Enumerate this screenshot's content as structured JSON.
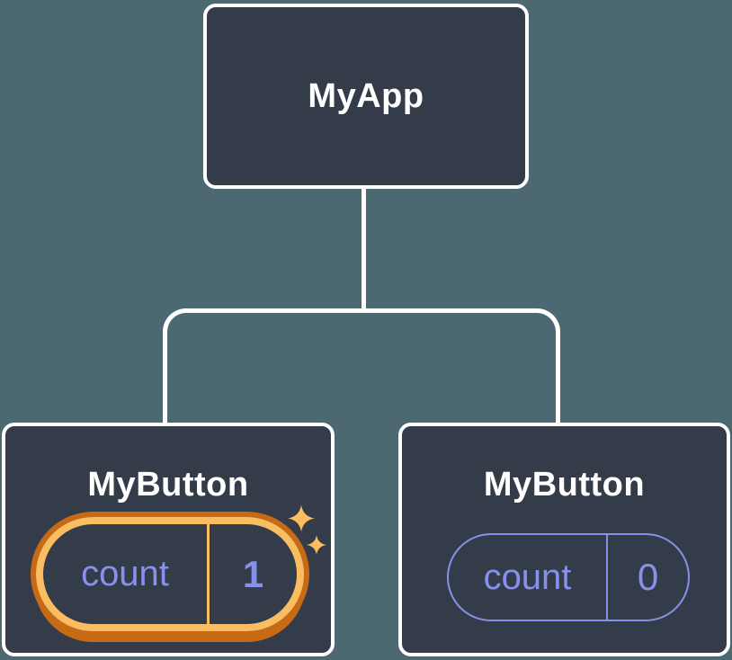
{
  "tree": {
    "root": {
      "label": "MyApp"
    },
    "children": [
      {
        "label": "MyButton",
        "state": {
          "key": "count",
          "value": "1"
        },
        "highlighted": true
      },
      {
        "label": "MyButton",
        "state": {
          "key": "count",
          "value": "0"
        },
        "highlighted": false
      }
    ]
  },
  "icons": {
    "sparkles": "four-point-star-sparkles"
  },
  "colors": {
    "background": "#4C6971",
    "node_fill": "#353C49",
    "node_border": "#FFFFFF",
    "connector": "#FFFFFF",
    "title_text": "#FFFFFF",
    "state_purple": "#8790EA",
    "highlight_orange": "#C76A15",
    "highlight_orange_light": "#FABD62",
    "sparkle": "#FABD62"
  }
}
